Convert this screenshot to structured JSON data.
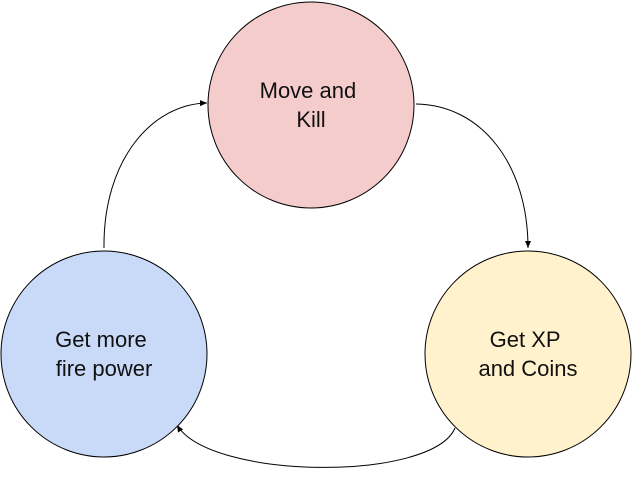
{
  "nodes": [
    {
      "id": "move",
      "lines": [
        "Move and",
        "Kill"
      ],
      "fill": "#f4cccc"
    },
    {
      "id": "xp",
      "lines": [
        "Get XP",
        "and Coins"
      ],
      "fill": "#fff2cc"
    },
    {
      "id": "power",
      "lines": [
        "Get more",
        "fire power"
      ],
      "fill": "#c9daf8"
    }
  ],
  "edges": [
    {
      "from": "move",
      "to": "xp"
    },
    {
      "from": "xp",
      "to": "power"
    },
    {
      "from": "power",
      "to": "move"
    }
  ],
  "style": {
    "stroke": "#000000"
  }
}
